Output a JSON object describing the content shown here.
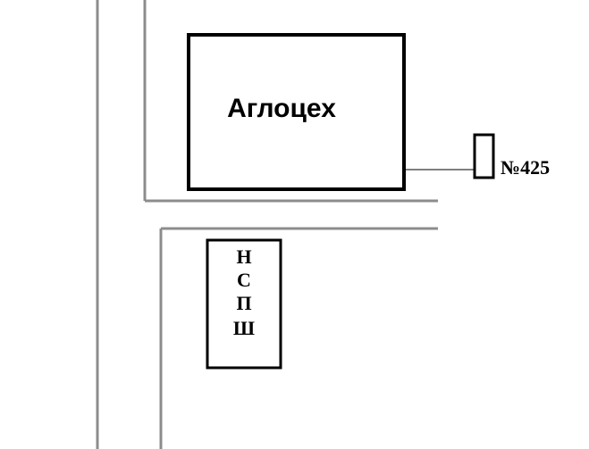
{
  "buildings": {
    "main": {
      "label": "Аглоцех"
    },
    "marker": {
      "label": "№425"
    },
    "station": {
      "letters": [
        "Н",
        "С",
        "П",
        "Ш"
      ]
    }
  },
  "colors": {
    "road": "#8c8c8c",
    "outline": "#000000",
    "background": "#ffffff"
  }
}
